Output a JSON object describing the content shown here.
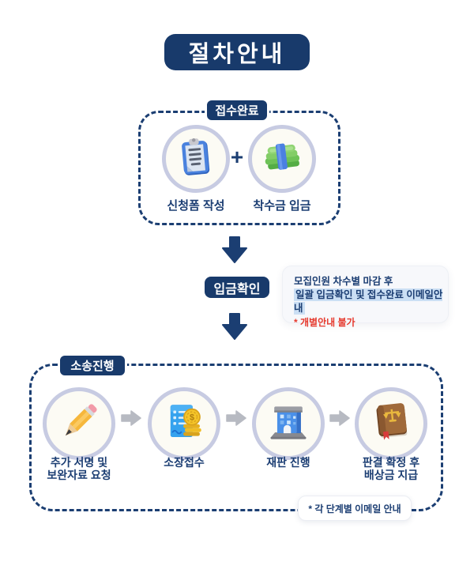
{
  "title": "절차안내",
  "colors": {
    "navy": "#183a6b",
    "dashed_border": "#1b3e72",
    "highlight_blue": "#cbdff4",
    "warn_red": "#e6392d",
    "circle_ring": "#c7cbe2",
    "gray_arrow": "#b7bac2",
    "note_bg": "#f7f8fb"
  },
  "section_reception": {
    "label": "접수완료",
    "plus": "+",
    "items": [
      {
        "icon": "clipboard-icon",
        "label": "신청폼 작성"
      },
      {
        "icon": "money-stack-icon",
        "label": "착수금 입금"
      }
    ]
  },
  "deposit_check": {
    "label": "입금확인",
    "note": {
      "line1": "모집인원 차수별 마감 후",
      "line2": "일괄 입금확인 및 접수완료 이메일안내",
      "line3": "* 개별안내 불가"
    }
  },
  "section_lawsuit": {
    "label": "소송진행",
    "steps": [
      {
        "icon": "pencil-icon",
        "label_line1": "추가 서명 및",
        "label_line2": "보완자료 요청"
      },
      {
        "icon": "document-coins-icon",
        "label_line1": "소장접수",
        "label_line2": ""
      },
      {
        "icon": "courthouse-icon",
        "label_line1": "재판 진행",
        "label_line2": ""
      },
      {
        "icon": "law-book-icon",
        "label_line1": "판결 확정 후",
        "label_line2": "배상금 지급"
      }
    ],
    "note": "* 각 단계별 이메일 안내"
  }
}
